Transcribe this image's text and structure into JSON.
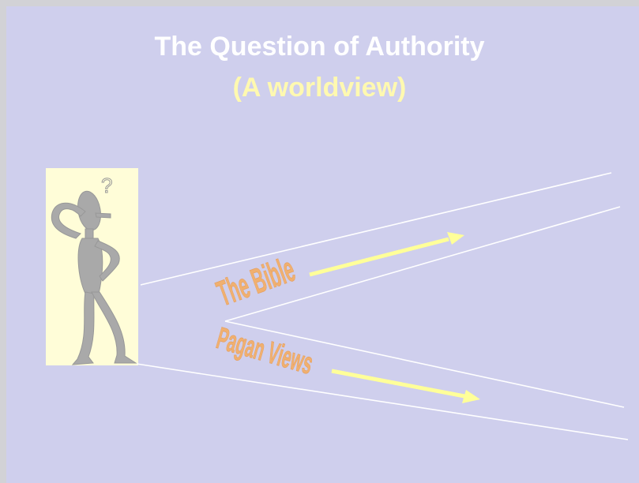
{
  "slide": {
    "title": "The Question of Authority",
    "subtitle": "(A worldview)",
    "thinker_question_mark": "?",
    "path_upper_label": "The Bible",
    "path_lower_label": "Pagan Views"
  },
  "colors": {
    "background": "#cfcfed",
    "title": "#ffffff",
    "subtitle": "#fff9b0",
    "figure_box": "#fffdd8",
    "figure": "#a8a8a8",
    "road_lines": "#ffffff",
    "arrows": "#ffff99",
    "wordart": "#f0b070"
  },
  "icons": {
    "figure": "confused-man-icon"
  }
}
